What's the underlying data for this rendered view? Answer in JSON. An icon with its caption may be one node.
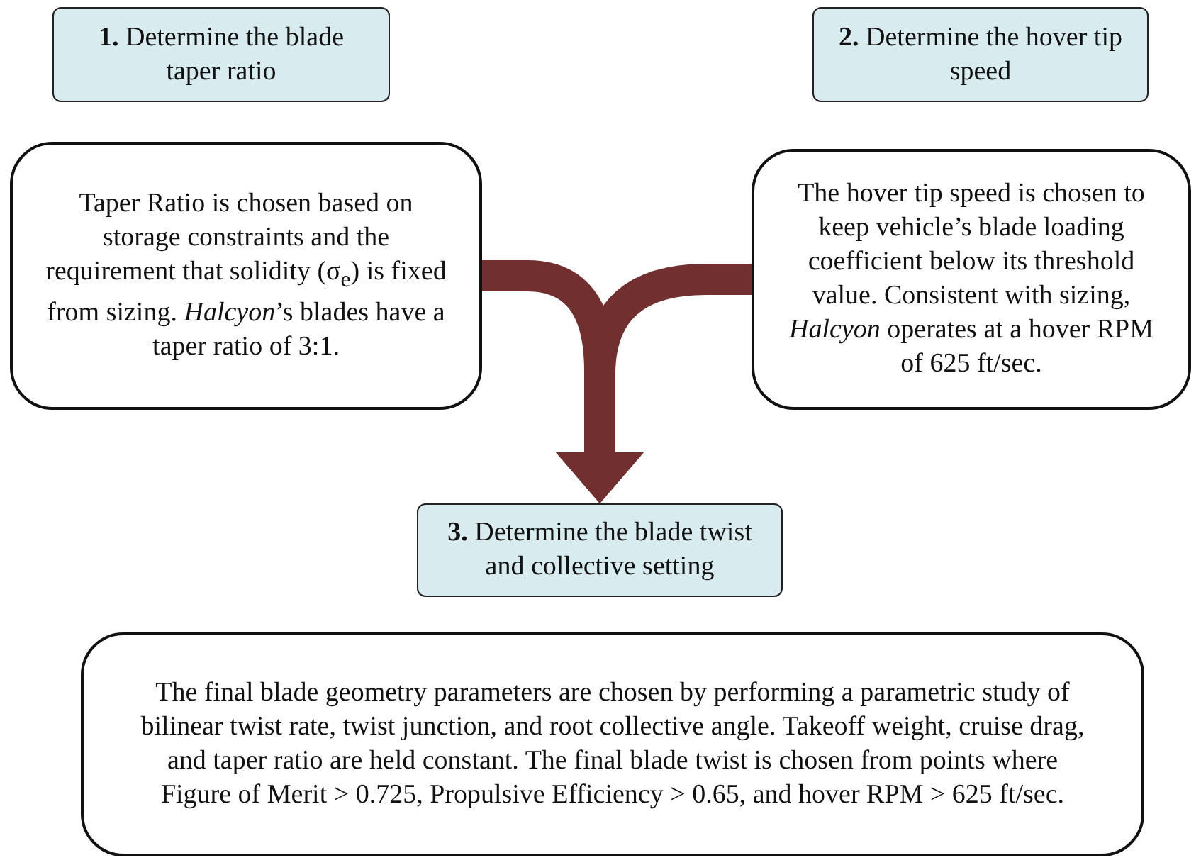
{
  "diagram": {
    "nodes": [
      {
        "text": [
          "**1.** Determine the blade taper ratio"
        ]
      },
      {
        "text": [
          "Taper Ratio is chosen based on storage constraints and the requirement that solidity (σ$_{e}$) is fixed from sizing. *Halcyon*’s blades have a taper ratio of 3:1."
        ]
      },
      {
        "text": [
          "**2.** Determine the hover tip speed"
        ]
      },
      {
        "text": [
          "The hover tip speed is chosen to keep vehicle’s blade loading coefficient below its threshold value. Consistent with sizing, *Halcyon* operates at a hover RPM of 625 ft/sec."
        ]
      },
      {
        "text": [
          "**3.** Determine the blade twist and collective setting"
        ]
      },
      {
        "text": [
          "The final blade geometry parameters are chosen by performing a parametric study of bilinear twist rate, twist junction, and root collective angle. Takeoff weight, cruise drag, and taper ratio are held constant. The final blade twist is chosen from points where Figure of Merit > 0.725, Propulsive Efficiency > 0.65, and hover RPM > 625 ft/sec."
        ]
      }
    ],
    "edges": [
      {
        "from": 1,
        "to": 4,
        "arrow": "to",
        "color": "#722f2f"
      },
      {
        "from": 3,
        "to": 4,
        "arrow": "to",
        "color": "#722f2f"
      }
    ]
  }
}
